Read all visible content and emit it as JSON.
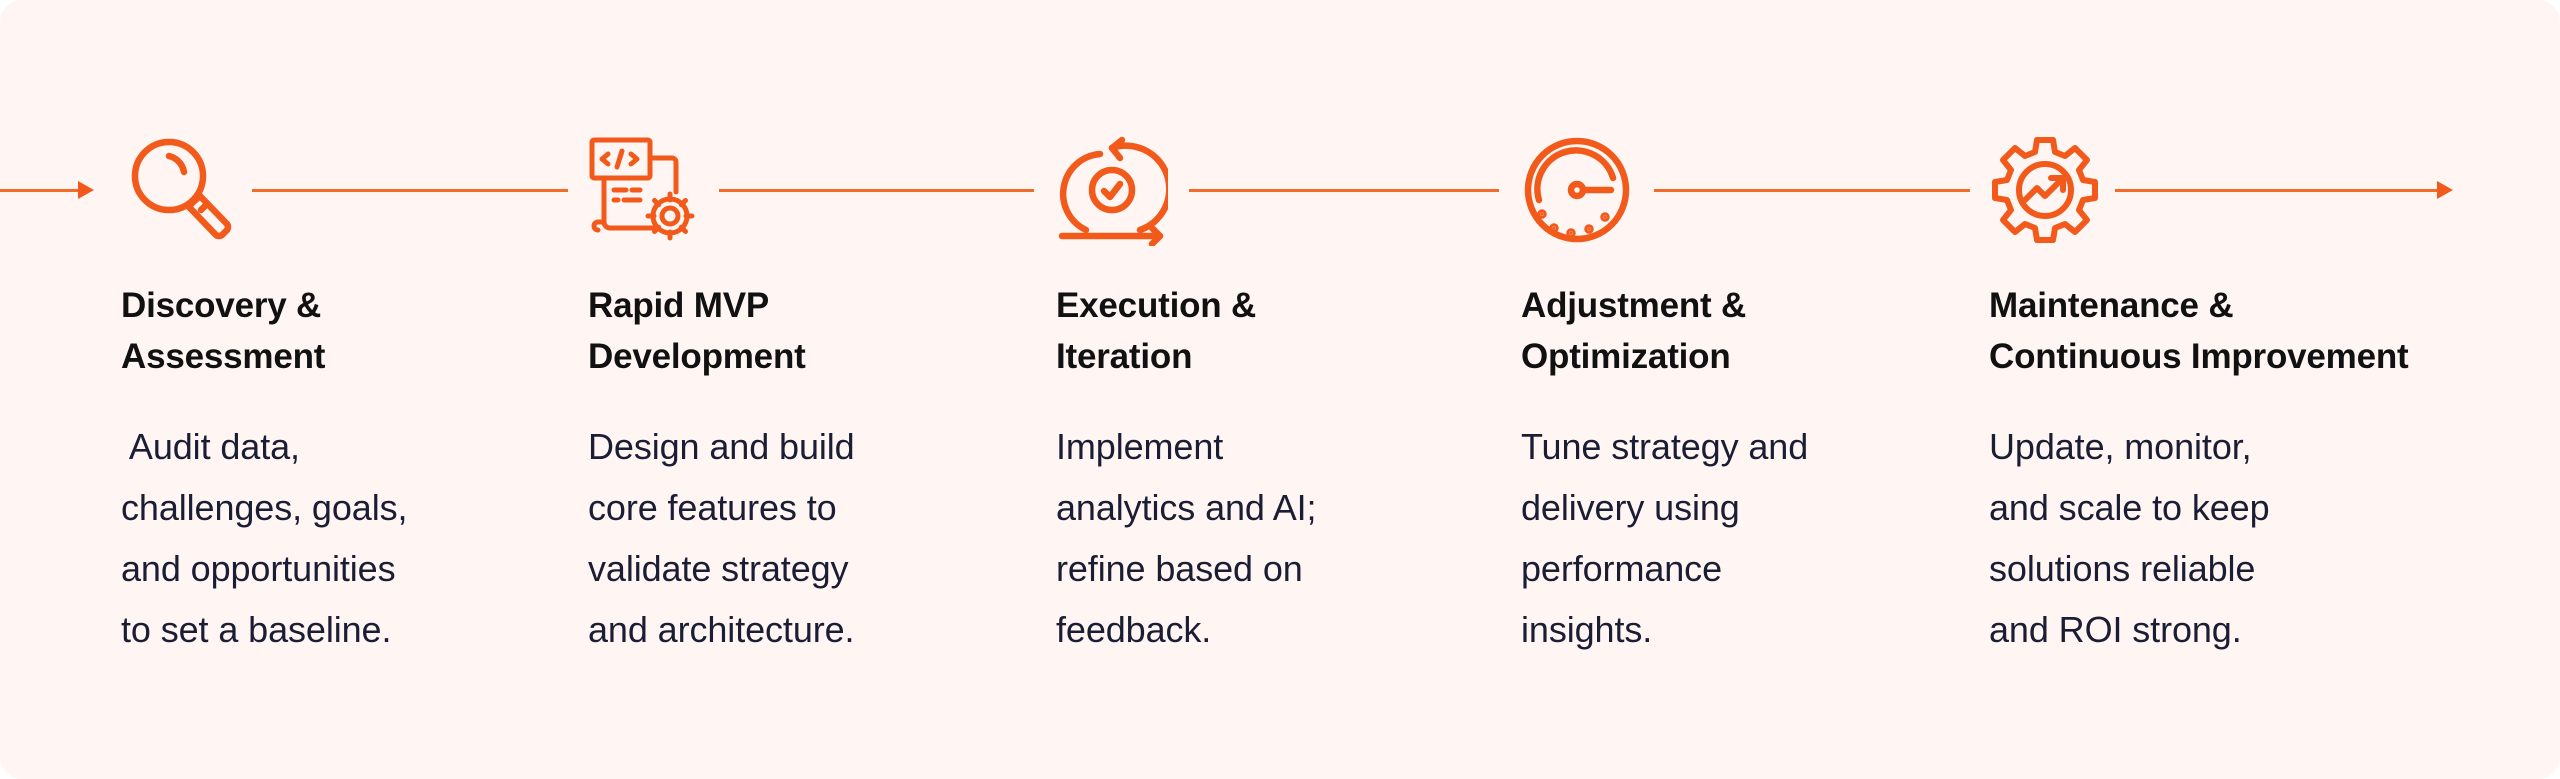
{
  "diagram": {
    "accent_color": "#f25a1c",
    "background_color": "#fff6f3",
    "flow_direction": "left-to-right",
    "steps": [
      {
        "icon": "magnifying-glass-icon",
        "title": "Discovery &\nAssessment",
        "description": " Audit data,\nchallenges, goals,\nand opportunities\nto set a baseline."
      },
      {
        "icon": "code-document-gear-icon",
        "title": "Rapid MVP\nDevelopment",
        "description": "Design and build\ncore features to\nvalidate strategy\nand architecture."
      },
      {
        "icon": "iteration-cycle-check-icon",
        "title": "Execution &\nIteration",
        "description": "Implement\nanalytics and AI;\nrefine based on\nfeedback."
      },
      {
        "icon": "speedometer-gauge-icon",
        "title": "Adjustment &\nOptimization",
        "description": "Tune strategy and\ndelivery using\nperformance\ninsights."
      },
      {
        "icon": "gear-trend-up-icon",
        "title": "Maintenance &\nContinuous Improvement",
        "description": "Update, monitor,\nand scale to keep\nsolutions reliable\nand ROI strong."
      }
    ]
  }
}
